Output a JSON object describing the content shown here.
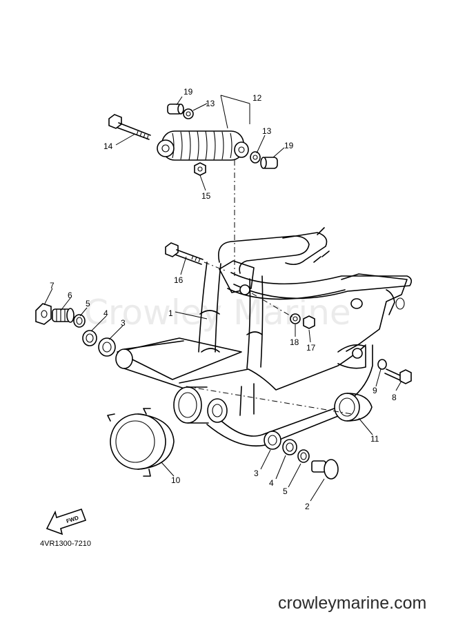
{
  "diagram": {
    "drawing_code": "4VR1300-7210",
    "direction_marker": "FWD",
    "watermark": "Crowley Marine",
    "site": "crowleymarine.com",
    "callouts": [
      {
        "id": "c19a",
        "label": "19"
      },
      {
        "id": "c12",
        "label": "12"
      },
      {
        "id": "c13a",
        "label": "13"
      },
      {
        "id": "c13b",
        "label": "13"
      },
      {
        "id": "c14",
        "label": "14"
      },
      {
        "id": "c19b",
        "label": "19"
      },
      {
        "id": "c15",
        "label": "15"
      },
      {
        "id": "c16",
        "label": "16"
      },
      {
        "id": "c7",
        "label": "7"
      },
      {
        "id": "c6",
        "label": "6"
      },
      {
        "id": "c5a",
        "label": "5"
      },
      {
        "id": "c4a",
        "label": "4"
      },
      {
        "id": "c3a",
        "label": "3"
      },
      {
        "id": "c1",
        "label": "1"
      },
      {
        "id": "c18",
        "label": "18"
      },
      {
        "id": "c17",
        "label": "17"
      },
      {
        "id": "c9",
        "label": "9"
      },
      {
        "id": "c8",
        "label": "8"
      },
      {
        "id": "c11",
        "label": "11"
      },
      {
        "id": "c10",
        "label": "10"
      },
      {
        "id": "c3b",
        "label": "3"
      },
      {
        "id": "c4b",
        "label": "4"
      },
      {
        "id": "c5b",
        "label": "5"
      },
      {
        "id": "c2",
        "label": "2"
      }
    ]
  }
}
